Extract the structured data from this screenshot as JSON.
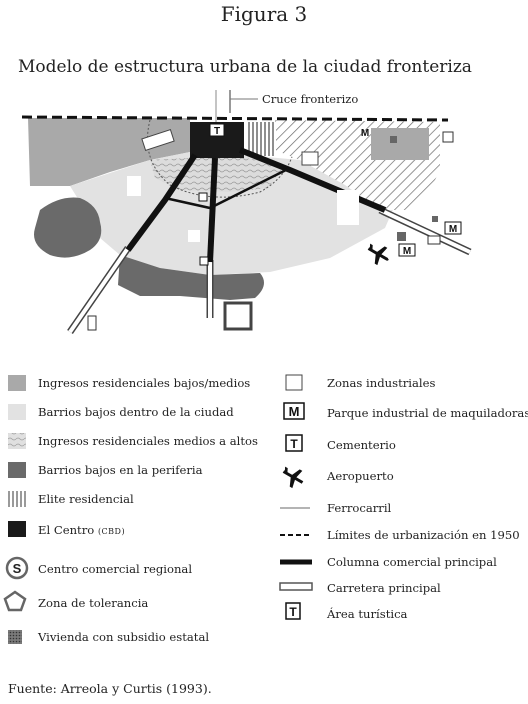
{
  "figure_label": "Figura 3",
  "title": "Modelo de estructura urbana de la ciudad fronteriza",
  "map_labels": {
    "crossing": "Cruce fronterizo"
  },
  "legend_left": [
    {
      "label": "Ingresos residenciales bajos/medios",
      "icon": "mid-gray-swatch",
      "color": "#a9a9a9"
    },
    {
      "label": "Barrios bajos dentro de la ciudad",
      "icon": "light-gray-swatch",
      "color": "#e2e2e2"
    },
    {
      "label": "Ingresos residenciales medios a altos",
      "icon": "wavy-hatch-swatch",
      "color": "#d6d6d6"
    },
    {
      "label": "Barrios bajos en la periferia",
      "icon": "dark-gray-swatch",
      "color": "#6a6a6a"
    },
    {
      "label": "Elite residencial",
      "icon": "vertical-stripes-swatch",
      "color": "#bcbcbc"
    },
    {
      "label": "El Centro",
      "label_small": "(CBD)",
      "icon": "black-swatch",
      "color": "#1a1a1a"
    },
    {
      "label": "Centro comercial regional",
      "icon": "circle-s-icon",
      "glyph": "S"
    },
    {
      "label": "Zona de tolerancia",
      "icon": "pentagon-icon"
    },
    {
      "label": "Vivienda con subsidio estatal",
      "icon": "dotted-dark-swatch",
      "color": "#555555"
    }
  ],
  "legend_right": [
    {
      "label": "Zonas industriales",
      "icon": "white-box-icon"
    },
    {
      "label": "Parque industrial de maquiladoras",
      "icon": "m-box-icon",
      "glyph": "M"
    },
    {
      "label": "Cementerio",
      "icon": "t-box-icon",
      "glyph": "T"
    },
    {
      "label": "Aeropuerto",
      "icon": "airplane-icon"
    },
    {
      "label": "Ferrocarril",
      "icon": "thin-line-icon"
    },
    {
      "label": "Límites de urbanización en 1950",
      "icon": "dashed-line-icon"
    },
    {
      "label": "Columna comercial principal",
      "icon": "thick-line-icon"
    },
    {
      "label": "Carretera principal",
      "icon": "double-line-icon"
    },
    {
      "label": "Área turística",
      "icon": "t-box-tourist-icon",
      "glyph": "T"
    }
  ],
  "source": "Fuente: Arreola y Curtis (1993)."
}
